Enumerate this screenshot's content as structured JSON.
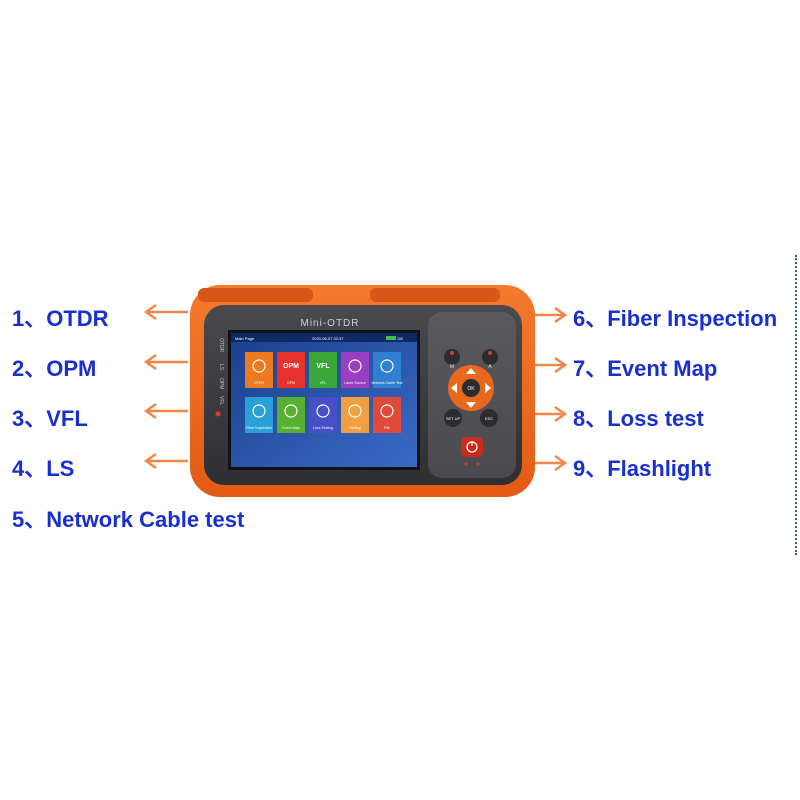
{
  "labels": {
    "left": [
      "1、OTDR",
      "2、OPM",
      "3、VFL",
      "4、LS",
      "5、Network Cable test"
    ],
    "right": [
      "6、Fiber Inspection",
      "7、Event Map",
      "8、Loss test",
      "9、Flashlight"
    ]
  },
  "device": {
    "title": "Mini-OTDR",
    "side_labels": [
      "OTDR",
      "LS",
      "OPM",
      "VFL"
    ],
    "screen": {
      "page": "Main Page",
      "datetime": "2020-06-07 02:37",
      "battery": "100",
      "tiles": [
        {
          "label": "OTDR",
          "icon_text": "",
          "color": "#ee7a1f"
        },
        {
          "label": "OPM",
          "icon_text": "OPM",
          "color": "#e5322d"
        },
        {
          "label": "VFL",
          "icon_text": "VFL",
          "color": "#3aa63a"
        },
        {
          "label": "Laser Source",
          "icon_text": "",
          "color": "#9a3fbf"
        },
        {
          "label": "Network Cable Test",
          "icon_text": "",
          "color": "#2f7fd2"
        },
        {
          "label": "Fiber Inspection",
          "icon_text": "",
          "color": "#2aa0d8"
        },
        {
          "label": "Event Map",
          "icon_text": "",
          "color": "#57b030"
        },
        {
          "label": "Loss Testing",
          "icon_text": "",
          "color": "#4850c8"
        },
        {
          "label": "Setting",
          "icon_text": "",
          "color": "#f0a040"
        },
        {
          "label": "File",
          "icon_text": "",
          "color": "#e04a3a"
        }
      ]
    },
    "keys": {
      "m": "M",
      "a": "A",
      "ok": "OK",
      "setup": "SET UP",
      "esc": "ESC"
    }
  },
  "colors": {
    "label_text": "#1a2fd1",
    "arrow": "#f0874a",
    "bumper": "#f26a21",
    "body": "#3b3b3e"
  }
}
